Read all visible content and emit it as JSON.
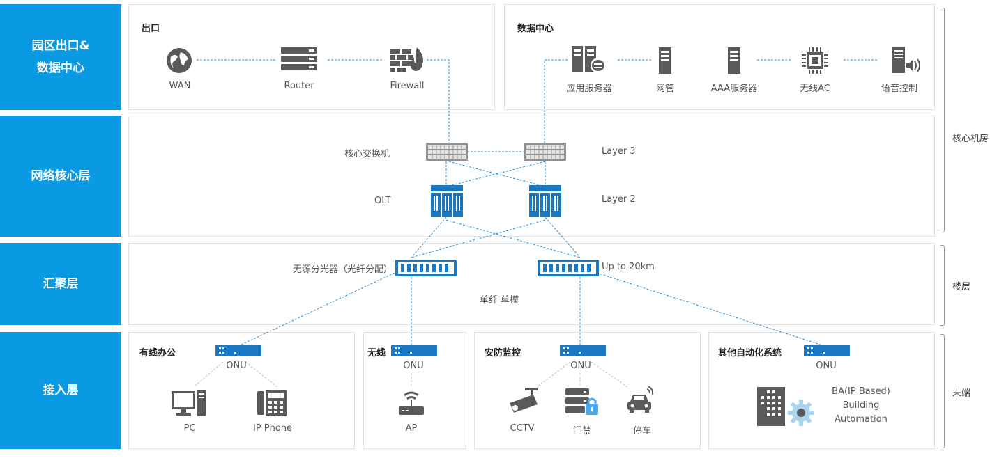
{
  "layers": {
    "campus_exit": "园区出口&\n数据中心",
    "network_core": "网络核心层",
    "aggregation": "汇聚层",
    "access": "接入层"
  },
  "exit_panel": {
    "title": "出口",
    "wan": "WAN",
    "router": "Router",
    "firewall": "Firewall"
  },
  "dc_panel": {
    "title": "数据中心",
    "app_server": "应用服务器",
    "netmgmt": "网管",
    "aaa_server": "AAA服务器",
    "wireless_ac": "无线AC",
    "voice_control": "语音控制"
  },
  "core_panel": {
    "core_switch": "核心交换机",
    "layer3": "Layer 3",
    "olt": "OLT",
    "layer2": "Layer 2"
  },
  "agg_panel": {
    "splitter": "无源分光器（光纤分配）",
    "distance": "Up to 20km",
    "fiber": "单纤 单模"
  },
  "access_panels": {
    "wired": {
      "title": "有线办公",
      "onu": "ONU",
      "pc": "PC",
      "ipphone": "IP Phone"
    },
    "wireless": {
      "title": "无线",
      "onu": "ONU",
      "ap": "AP"
    },
    "security": {
      "title": "安防监控",
      "onu": "ONU",
      "cctv": "CCTV",
      "access_ctrl": "门禁",
      "parking": "停车"
    },
    "automation": {
      "title": "其他自动化系统",
      "onu": "ONU",
      "ba1": "BA(IP Based)",
      "ba2": "Building",
      "ba3": "Automation"
    }
  },
  "side_labels": {
    "core_room": "核心机房",
    "floor": "楼层",
    "terminal": "末端"
  },
  "colors": {
    "band": "#0a9ae3",
    "device": "#1a78c2",
    "line": "#2a8fd8",
    "icon": "#5a5a5a"
  }
}
